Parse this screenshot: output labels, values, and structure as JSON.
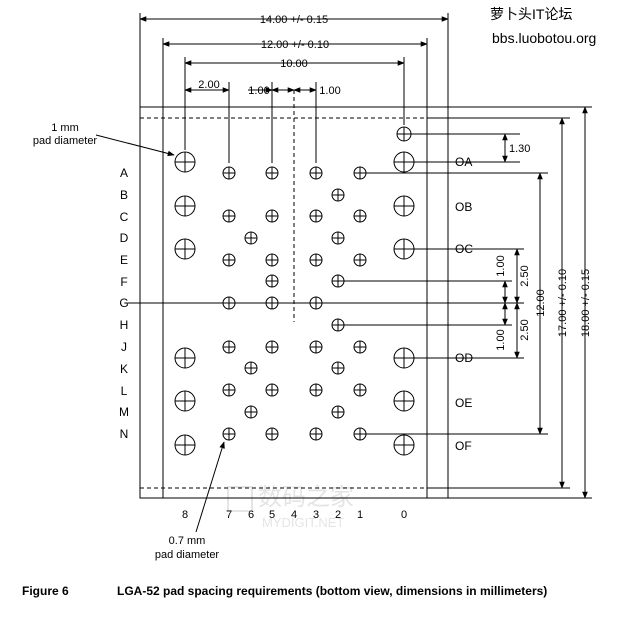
{
  "watermark": {
    "line1": "萝卜头IT论坛",
    "line2": "bbs.luobotou.org",
    "logo1": "数码之家",
    "logo2": "MYDIGIT.NET"
  },
  "dimensions": {
    "w14": "14.00 +/- 0.15",
    "w12": "12.00 +/- 0.10",
    "w10": "10.00",
    "w2": "2.00",
    "w1a": "1.00",
    "w1b": "1.00",
    "v130": "1.30",
    "v100a": "1.00",
    "v250a": "2.50",
    "v1200": "12.00",
    "v1700": "17.00 +/- 0.10",
    "v1800": "18.00 +/- 0.15",
    "v100b": "1.00",
    "v250b": "2.50"
  },
  "annotations": {
    "big_pad_line1": "1 mm",
    "big_pad_line2": "pad diameter",
    "small_pad_line1": "0.7 mm",
    "small_pad_line2": "pad diameter"
  },
  "rows": [
    "A",
    "B",
    "C",
    "D",
    "E",
    "F",
    "G",
    "H",
    "J",
    "K",
    "L",
    "M",
    "N"
  ],
  "columns": [
    "8",
    "7",
    "6",
    "5",
    "4",
    "3",
    "2",
    "1",
    "0"
  ],
  "pad_groups": [
    "OA",
    "OB",
    "OC",
    "OD",
    "OE",
    "OF"
  ],
  "caption": {
    "label": "Figure 6",
    "text": "LGA-52 pad spacing requirements (bottom view, dimensions in millimeters)"
  }
}
